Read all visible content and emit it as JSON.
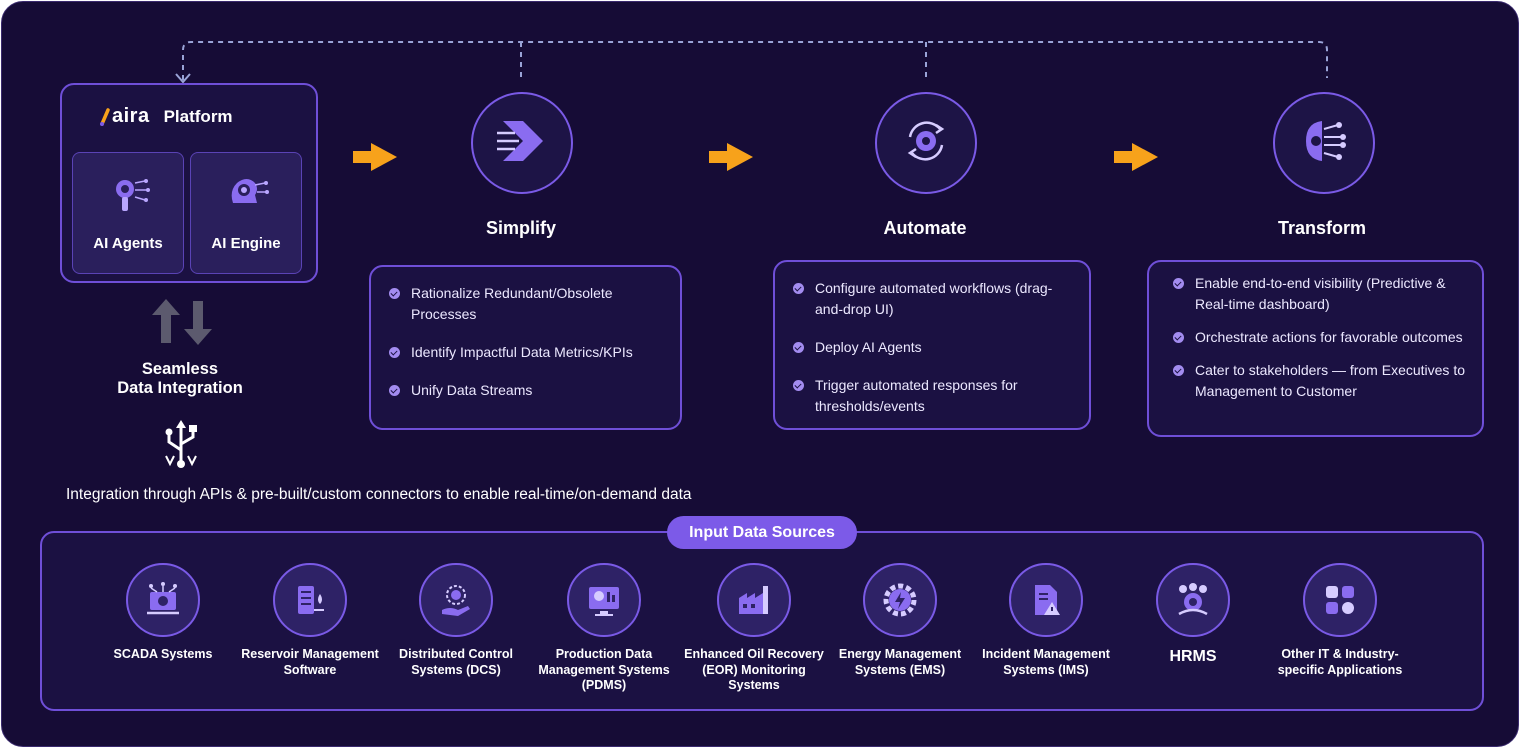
{
  "platform": {
    "logo_text": "aira",
    "title": "Platform",
    "cards": [
      {
        "label": "AI Agents",
        "icon": "ai-agent-icon"
      },
      {
        "label": "AI Engine",
        "icon": "ai-engine-icon"
      }
    ]
  },
  "integration": {
    "title_line1": "Seamless",
    "title_line2": "Data Integration",
    "description": "Integration through APIs & pre-built/custom connectors to enable real-time/on-demand data"
  },
  "stages": [
    {
      "title": "Simplify",
      "icon": "simplify-arrow-icon",
      "bullets": [
        "Rationalize Redundant/Obsolete Processes",
        "Identify Impactful Data Metrics/KPIs",
        "Unify Data Streams"
      ]
    },
    {
      "title": "Automate",
      "icon": "automate-gear-icon",
      "bullets": [
        "Configure automated workflows (drag-and-drop UI)",
        "Deploy AI Agents",
        "Trigger automated responses for thresholds/events"
      ]
    },
    {
      "title": "Transform",
      "icon": "transform-brain-icon",
      "bullets": [
        "Enable end-to-end visibility (Predictive & Real-time dashboard)",
        "Orchestrate actions for favorable outcomes",
        "Cater to stakeholders — from Executives to Management to Customer"
      ]
    }
  ],
  "sources": {
    "title": "Input Data Sources",
    "items": [
      {
        "label": "SCADA Systems",
        "icon": "scada-icon"
      },
      {
        "label": "Reservoir Management Software",
        "icon": "reservoir-icon"
      },
      {
        "label": "Distributed Control Systems (DCS)",
        "icon": "dcs-icon"
      },
      {
        "label": "Production Data Management Systems (PDMS)",
        "icon": "pdms-icon"
      },
      {
        "label": "Enhanced Oil Recovery (EOR) Monitoring Systems",
        "icon": "eor-icon"
      },
      {
        "label": "Energy Management Systems (EMS)",
        "icon": "ems-icon"
      },
      {
        "label": "Incident Management Systems (IMS)",
        "icon": "ims-icon"
      },
      {
        "label": "HRMS",
        "icon": "hrms-icon"
      },
      {
        "label": "Other IT & Industry-specific Applications",
        "icon": "apps-icon"
      }
    ]
  },
  "colors": {
    "background": "#160c36",
    "border": "#6f4fd8",
    "accent": "#7a5ae6",
    "arrow": "#f7a21b",
    "pill": "#7c5ae8"
  }
}
